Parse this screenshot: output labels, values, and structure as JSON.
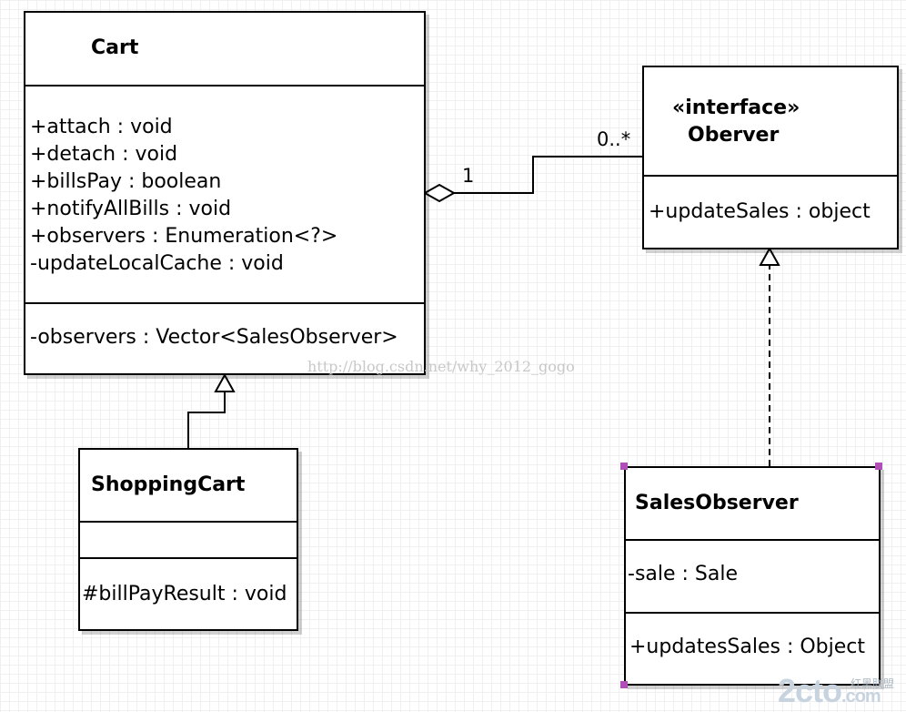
{
  "cart": {
    "name": "Cart",
    "operations": [
      "+attach : void",
      "+detach : void",
      "+billsPay : boolean",
      "+notifyAllBills : void",
      "+observers : Enumeration<?>",
      "-updateLocalCache : void"
    ],
    "attributes": [
      "-observers : Vector<SalesObserver>"
    ]
  },
  "observer": {
    "stereotype": "«interface»",
    "name": "Oberver",
    "operations": [
      "+updateSales : object"
    ]
  },
  "shopping_cart": {
    "name": "ShoppingCart",
    "operations": [
      "#billPayResult : void"
    ]
  },
  "sales_observer": {
    "name": "SalesObserver",
    "attributes": [
      "-sale : Sale"
    ],
    "operations": [
      "+updatesSales : Object"
    ]
  },
  "association": {
    "cart_multiplicity": "1",
    "observer_multiplicity": "0..*"
  },
  "watermark": "http://blog.csdn.net/why_2012_gogo",
  "logo": {
    "text": "2cto",
    "suffix": ".com",
    "cn": "红黑联盟"
  },
  "colors": {
    "handle": "#b04fb5",
    "grid": "#f0f0f0"
  }
}
